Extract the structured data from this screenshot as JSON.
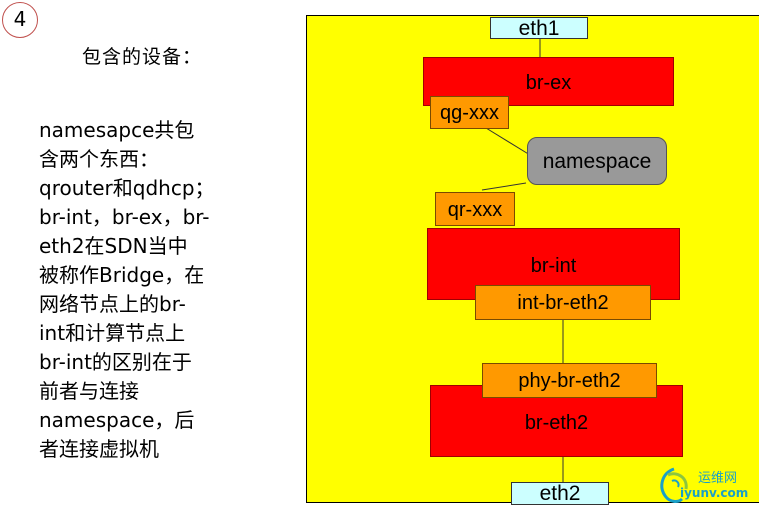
{
  "slide_number": "4",
  "heading": "包含的设备：",
  "body_lines": [
    "namesapce共包",
    "含两个东西：",
    "qrouter和qdhcp；",
    "br-int，br-ex，br-",
    "eth2在SDN当中",
    "被称作Bridge，在",
    "网络节点上的br-",
    "int和计算节点上",
    "br-int的区别在于",
    "前者与连接",
    "namespace，后",
    "者连接虚拟机"
  ],
  "diagram": {
    "eth1": "eth1",
    "br_ex": "br-ex",
    "qg": "qg-xxx",
    "namespace": "namespace",
    "qr": "qr-xxx",
    "br_int": "br-int",
    "int_br_eth2": "int-br-eth2",
    "phy_br_eth2": "phy-br-eth2",
    "br_eth2": "br-eth2",
    "eth2": "eth2"
  },
  "colors": {
    "frame_background": "#ffff00",
    "bridge": "#ff0000",
    "port": "#ff9900",
    "interface": "#ccffff",
    "namespace": "#999999",
    "slide_number_circle": "#c0504d"
  },
  "watermark": {
    "top": "运维网",
    "bottom": "iyunv.com",
    "logo_icon": "swirl-logo-icon"
  }
}
